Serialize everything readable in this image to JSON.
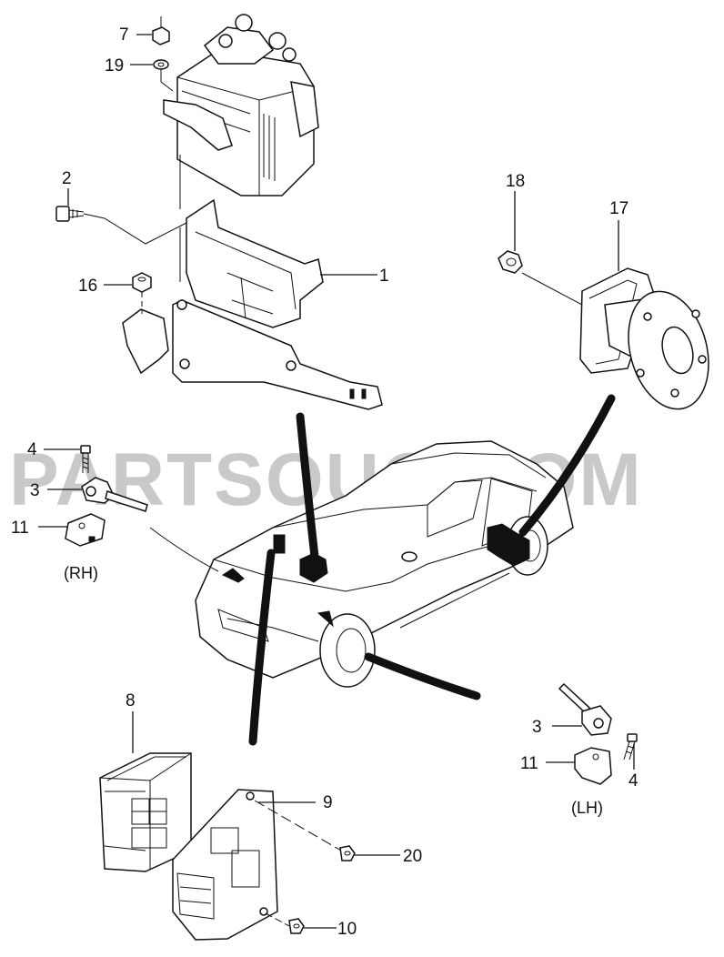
{
  "watermark": "PARTSOUQ.COM",
  "side_labels": {
    "rh": "(RH)",
    "lh": "(LH)"
  },
  "callouts": {
    "c1": "1",
    "c2": "2",
    "c3_rh": "3",
    "c3_lh": "3",
    "c4_rh": "4",
    "c4_lh": "4",
    "c7": "7",
    "c8": "8",
    "c9": "9",
    "c10": "10",
    "c11_rh": "11",
    "c11_lh": "11",
    "c16": "16",
    "c17": "17",
    "c18": "18",
    "c19": "19",
    "c20": "20"
  }
}
